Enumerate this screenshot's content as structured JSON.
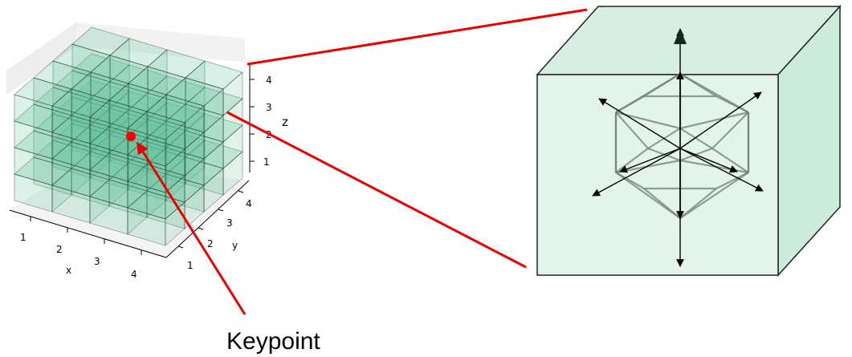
{
  "grid": {
    "size": [
      4,
      4,
      4
    ],
    "x_ticks": [
      "1",
      "2",
      "3",
      "4"
    ],
    "y_ticks": [
      "1",
      "2",
      "3",
      "4"
    ],
    "z_ticks": [
      "1",
      "2",
      "3",
      "4"
    ],
    "x_label": "x",
    "y_label": "y",
    "z_label": "z",
    "cube_color": "#5fbf96",
    "keypoint_color": "#ff0000"
  },
  "keypoint_label": "Keypoint",
  "detail": {
    "face_color": "#e3f5ea",
    "side_color": "#cdebd9",
    "edge_color": "#222222",
    "icosahedron_color": "#6f7f75",
    "arrow_color": "#000000",
    "connector_color": "#ee0000"
  }
}
